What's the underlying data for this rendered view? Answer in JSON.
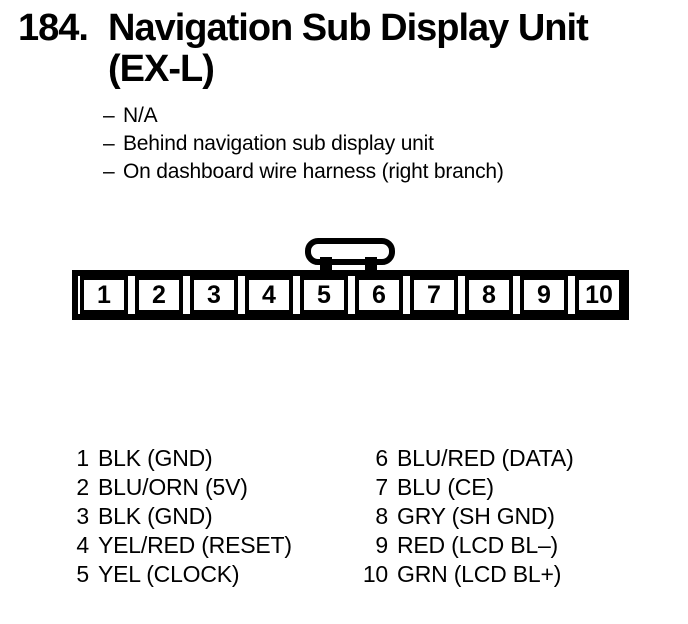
{
  "header": {
    "section_number": "184.",
    "title_line1": "Navigation Sub Display Unit",
    "title_line2": "(EX-L)"
  },
  "notes": {
    "dash": "–",
    "items": [
      "N/A",
      "Behind navigation sub display unit",
      "On dashboard wire harness (right branch)"
    ]
  },
  "connector": {
    "pins": [
      "1",
      "2",
      "3",
      "4",
      "5",
      "6",
      "7",
      "8",
      "9",
      "10"
    ]
  },
  "pin_list": {
    "left": [
      {
        "num": "1",
        "label": "BLK (GND)"
      },
      {
        "num": "2",
        "label": "BLU/ORN (5V)"
      },
      {
        "num": "3",
        "label": "BLK (GND)"
      },
      {
        "num": "4",
        "label": "YEL/RED (RESET)"
      },
      {
        "num": "5",
        "label": "YEL (CLOCK)"
      }
    ],
    "right": [
      {
        "num": "6",
        "label": "BLU/RED (DATA)"
      },
      {
        "num": "7",
        "label": "BLU (CE)"
      },
      {
        "num": "8",
        "label": "GRY (SH GND)"
      },
      {
        "num": "9",
        "label": "RED (LCD BL–)"
      },
      {
        "num": "10",
        "label": "GRN (LCD BL+)"
      }
    ]
  },
  "colors": {
    "ink": "#000000",
    "paper": "#ffffff"
  }
}
